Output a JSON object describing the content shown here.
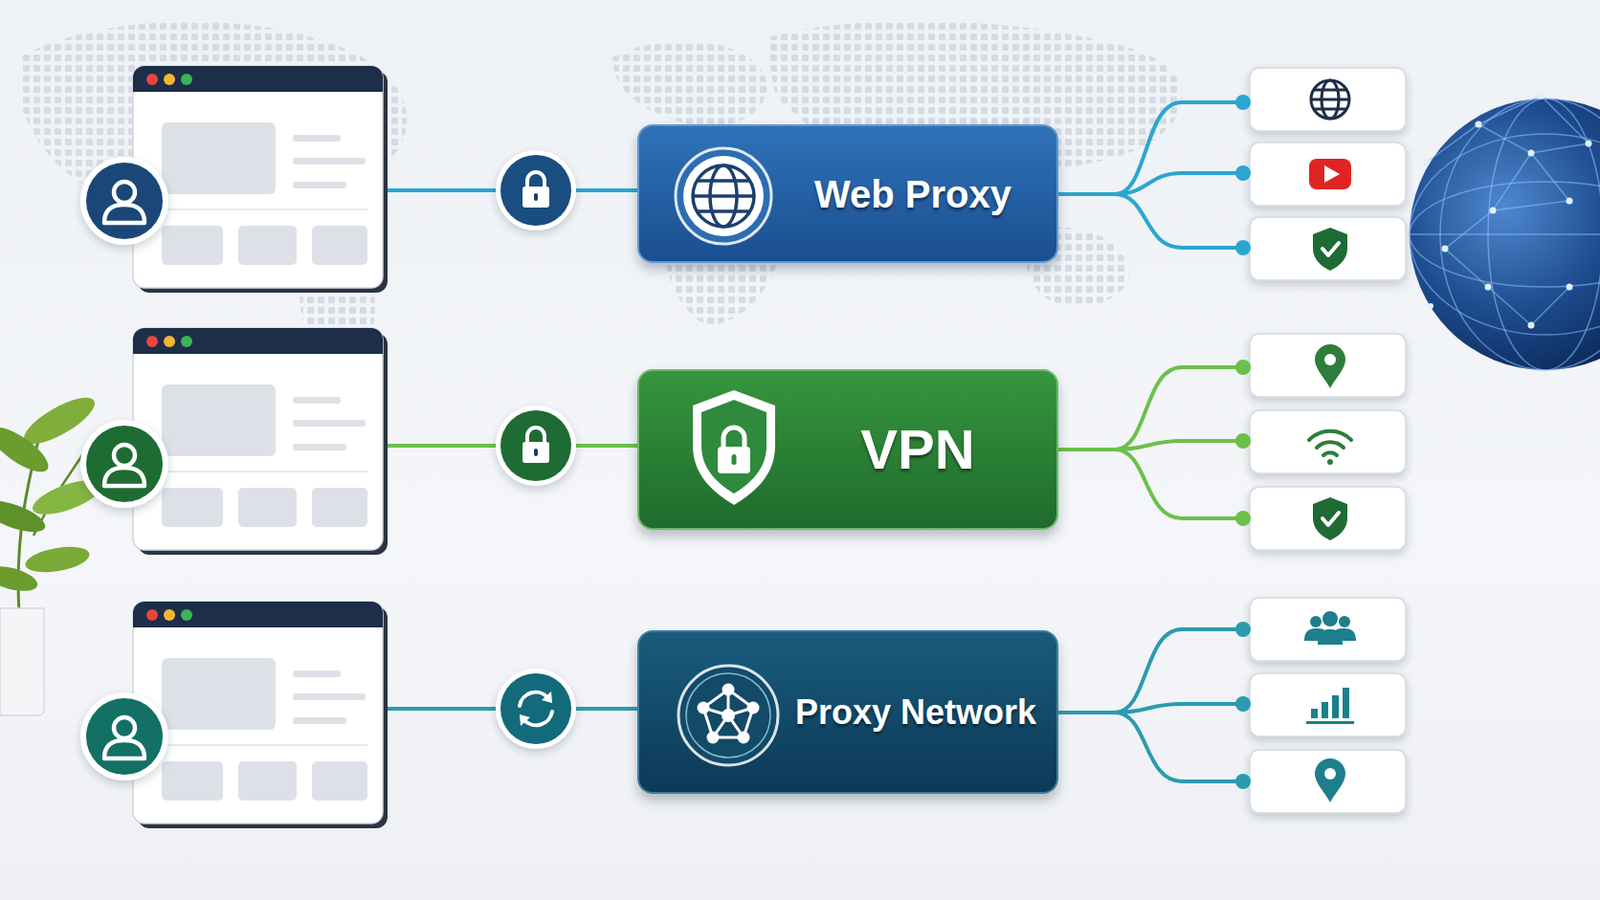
{
  "diagram": {
    "nodes": [
      {
        "text": [
          "Web Proxy"
        ]
      },
      {
        "text": [
          "VPN"
        ]
      },
      {
        "text": [
          "Proxy Network"
        ]
      }
    ]
  }
}
